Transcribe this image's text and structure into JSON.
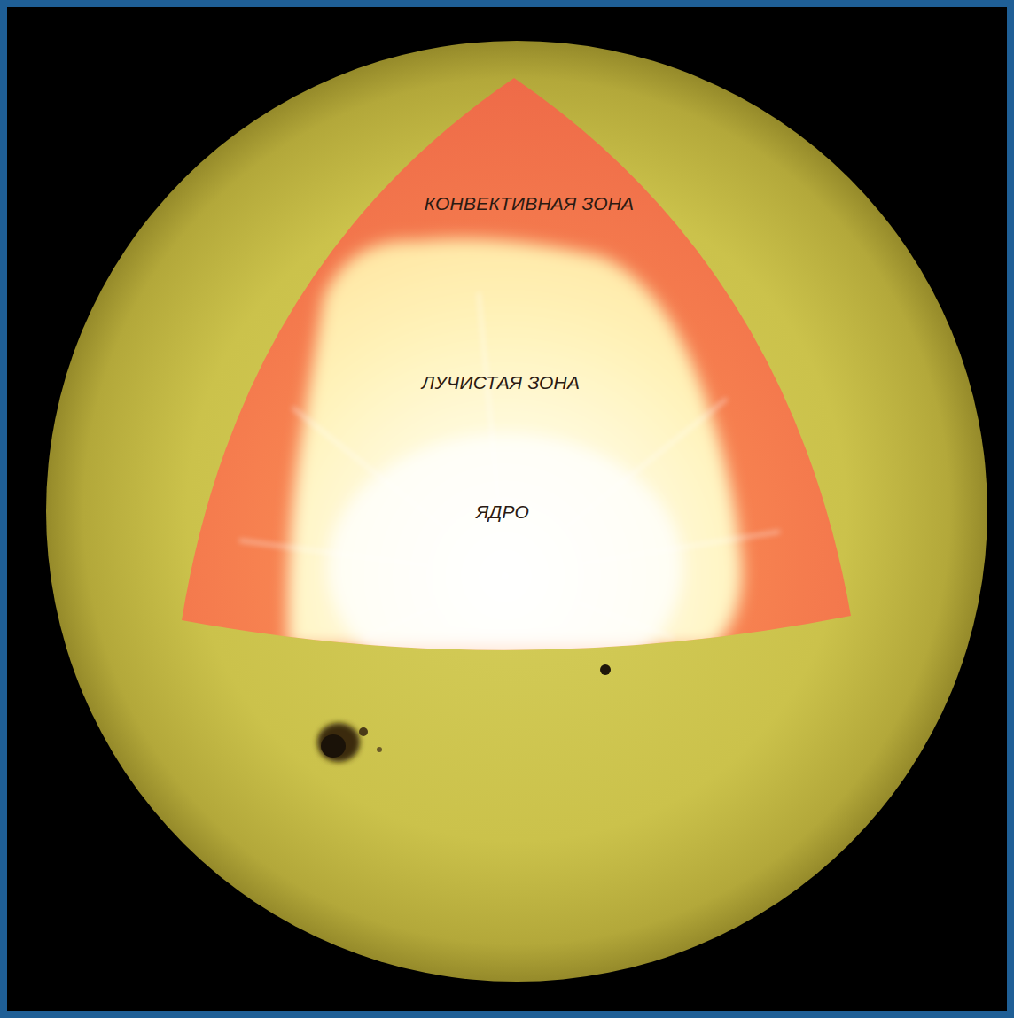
{
  "diagram": {
    "labels": [
      "КОНВЕКТИВНАЯ ЗОНА",
      "ЛУЧИСТАЯ ЗОНА",
      "ЯДРО"
    ]
  }
}
